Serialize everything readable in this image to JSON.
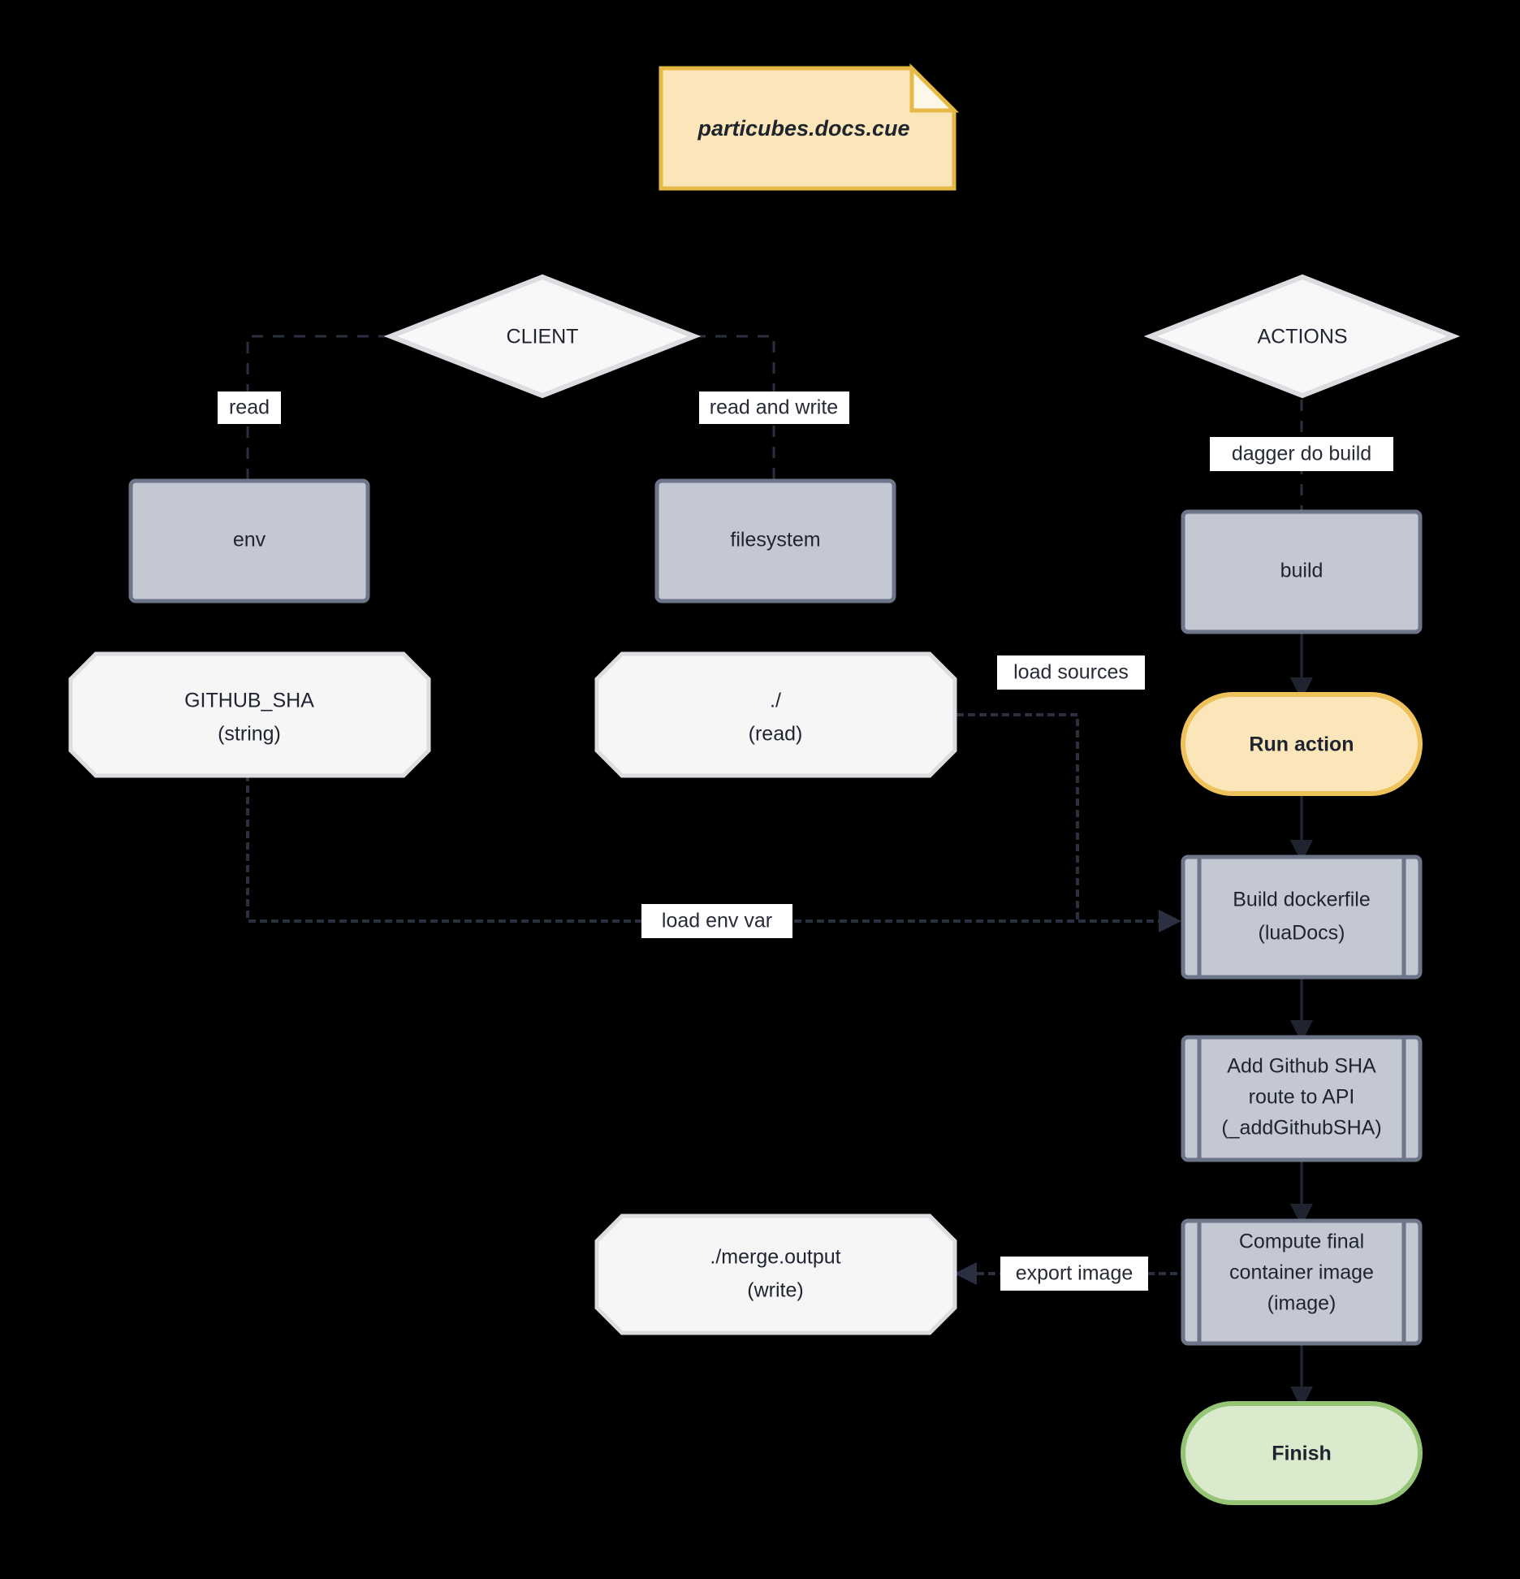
{
  "diagram": {
    "title_note": "particubes.docs.cue",
    "background_color": "#000000",
    "nodes": {
      "note": {
        "label": "particubes.docs.cue",
        "shape": "note",
        "fill": "#fae6b8",
        "stroke": "#e6b845"
      },
      "client": {
        "label": "CLIENT",
        "shape": "diamond",
        "fill": "#f8f8f9",
        "stroke": "#dcdde1"
      },
      "actions": {
        "label": "ACTIONS",
        "shape": "diamond",
        "fill": "#f8f8f9",
        "stroke": "#dcdde1"
      },
      "env": {
        "label": "env",
        "shape": "rect",
        "fill": "#c3c8d2",
        "stroke": "#6d7589"
      },
      "filesystem": {
        "label": "filesystem",
        "shape": "rect",
        "fill": "#c3c8d2",
        "stroke": "#6d7589"
      },
      "build": {
        "label": "build",
        "shape": "rect",
        "fill": "#c3c8d2",
        "stroke": "#6d7589"
      },
      "github_sha": {
        "line1": "GITHUB_SHA",
        "line2": "(string)",
        "shape": "octagon",
        "fill": "#f6f6f7",
        "stroke": "#dcdde1"
      },
      "dot_read": {
        "line1": "./",
        "line2": "(read)",
        "shape": "octagon",
        "fill": "#f6f6f7",
        "stroke": "#dcdde1"
      },
      "merge_output": {
        "line1": "./merge.output",
        "line2": "(write)",
        "shape": "octagon",
        "fill": "#f6f6f7",
        "stroke": "#dcdde1"
      },
      "run_action": {
        "label": "Run action",
        "shape": "stadium",
        "fill": "#fbe6ba",
        "stroke": "#eec15b"
      },
      "build_dockerfile": {
        "line1": "Build dockerfile",
        "line2": "(luaDocs)",
        "shape": "subroutine",
        "fill": "#c3c8d2",
        "stroke": "#6d7589"
      },
      "add_github_sha": {
        "line1": "Add Github SHA",
        "line2": "route to API",
        "line3": "(_addGithubSHA)",
        "shape": "subroutine",
        "fill": "#c3c8d2",
        "stroke": "#6d7589"
      },
      "compute_image": {
        "line1": "Compute final",
        "line2": "container image",
        "line3": "(image)",
        "shape": "subroutine",
        "fill": "#c3c8d2",
        "stroke": "#6d7589"
      },
      "finish": {
        "label": "Finish",
        "shape": "stadium",
        "fill": "#d9ebcc",
        "stroke": "#96c475"
      }
    },
    "edges": {
      "client_env": {
        "label": "read",
        "style": "dashed"
      },
      "client_filesystem": {
        "label": "read and write",
        "style": "dashed"
      },
      "actions_build": {
        "label": "dagger do build",
        "style": "dashed"
      },
      "dot_read_build_dockerfile": {
        "label": "load sources",
        "style": "dotted"
      },
      "github_sha_build_dockerfile": {
        "label": "load env var",
        "style": "dotted"
      },
      "compute_image_merge_output": {
        "label": "export image",
        "style": "dotted"
      },
      "build_run_action": {
        "label": "",
        "style": "solid"
      },
      "run_action_build_dockerfile": {
        "label": "",
        "style": "solid"
      },
      "build_dockerfile_add_github_sha": {
        "label": "",
        "style": "solid"
      },
      "add_github_sha_compute_image": {
        "label": "",
        "style": "solid"
      },
      "compute_image_finish": {
        "label": "",
        "style": "solid"
      }
    }
  }
}
